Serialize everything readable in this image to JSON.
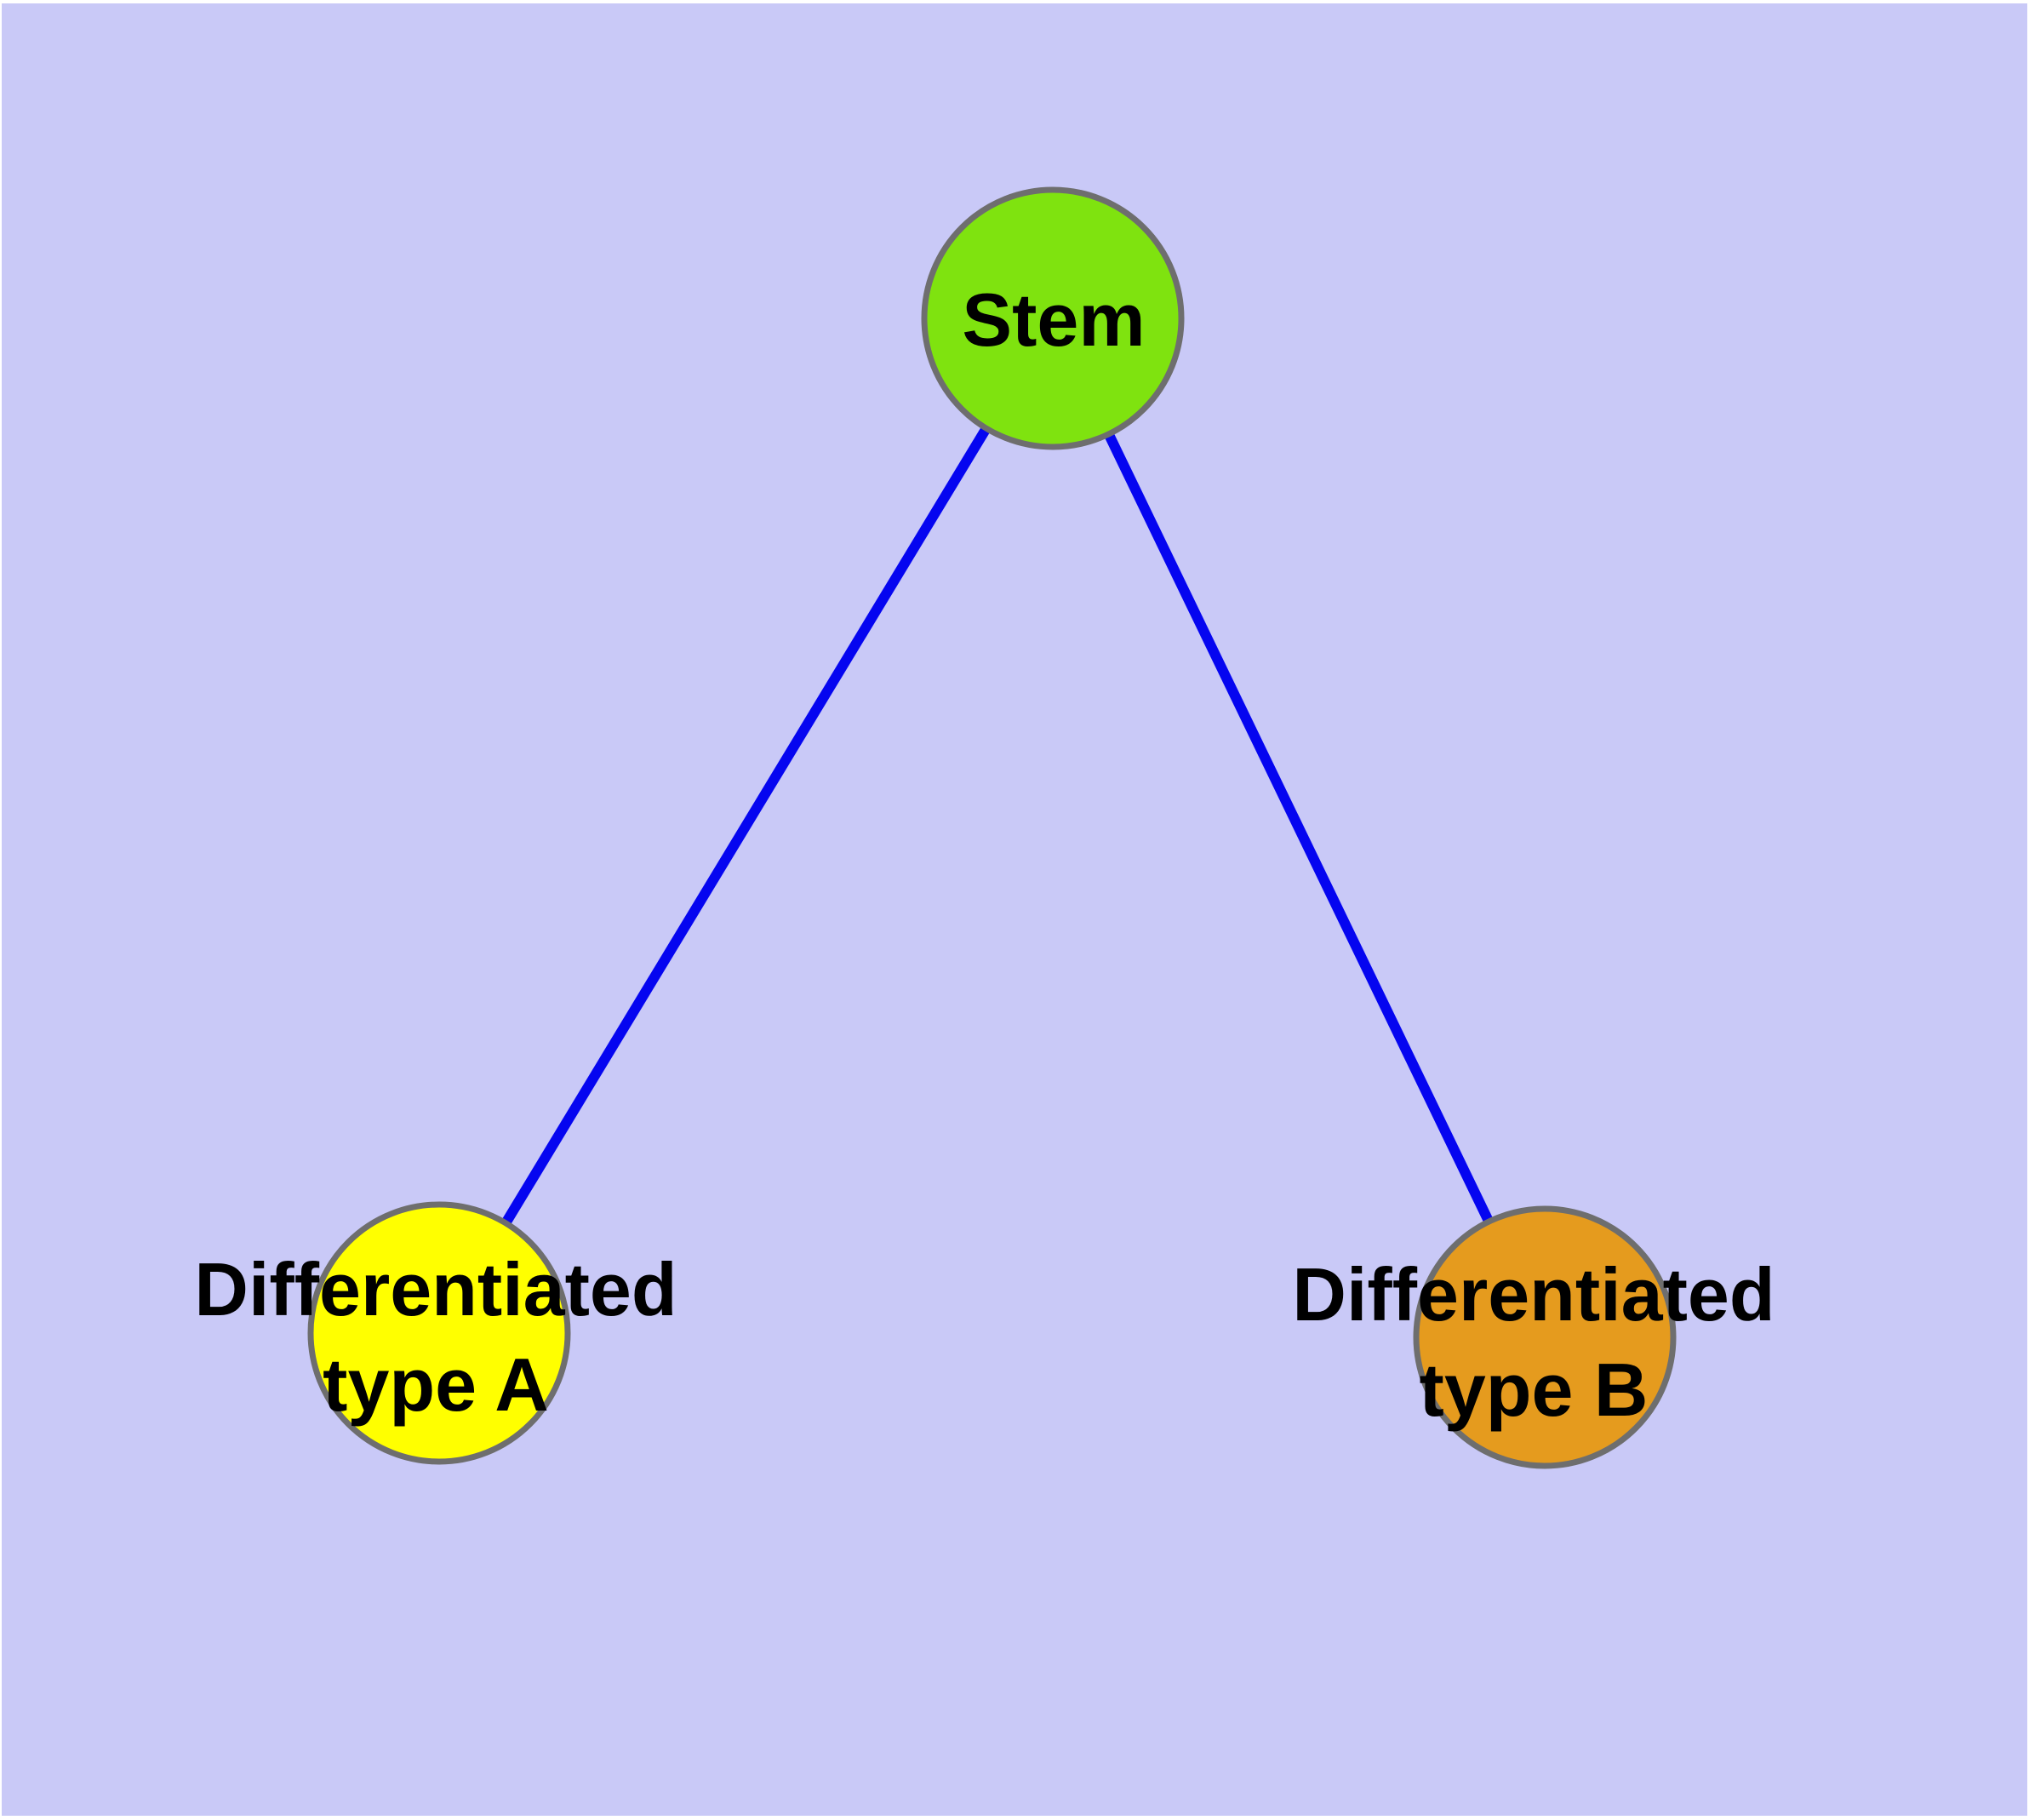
{
  "diagram": {
    "type": "node-link-graph",
    "background_color": "#C9C9F7",
    "frame_color": "#FFFFFF",
    "edge_color": "#0505F0",
    "node_border_color": "#6E6E6E",
    "label_color": "#000000",
    "nodes": [
      {
        "id": "stem",
        "label": "Stem",
        "color": "#7FE30F",
        "position": "top-center"
      },
      {
        "id": "type-a",
        "label": "Differentiated type A",
        "label_line1": "Differentiated",
        "label_line2": "type A",
        "color": "#FFFF00",
        "position": "bottom-left"
      },
      {
        "id": "type-b",
        "label": "Differentiated type B",
        "label_line1": "Differentiated",
        "label_line2": "type B",
        "color": "#E59B1E",
        "position": "bottom-right"
      }
    ],
    "edges": [
      {
        "from": "Stem",
        "to": "Differentiated type A"
      },
      {
        "from": "Stem",
        "to": "Differentiated type B"
      }
    ]
  }
}
